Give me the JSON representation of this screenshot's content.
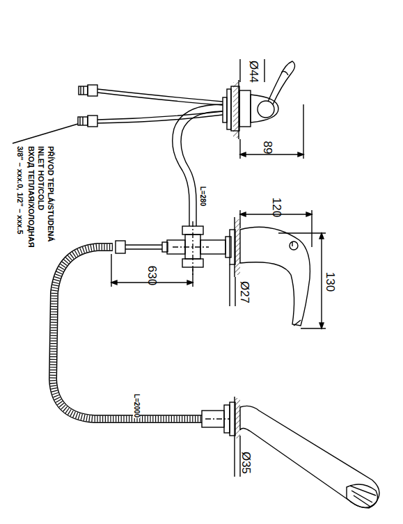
{
  "diagram": {
    "labels": [
      "PŘÍVOD TEPLÁ/STUDENÁ",
      "INLET HOT/COLD",
      "ВХОД ТЕПЛАЯ/ХОЛОДНАЯ",
      "3/8\" – xxx.0, 1/2\" – xxx.5",
      "Ø44",
      "89",
      "L=280",
      "120",
      "130",
      "630",
      "Ø27",
      "L=2000",
      "Ø35"
    ]
  }
}
